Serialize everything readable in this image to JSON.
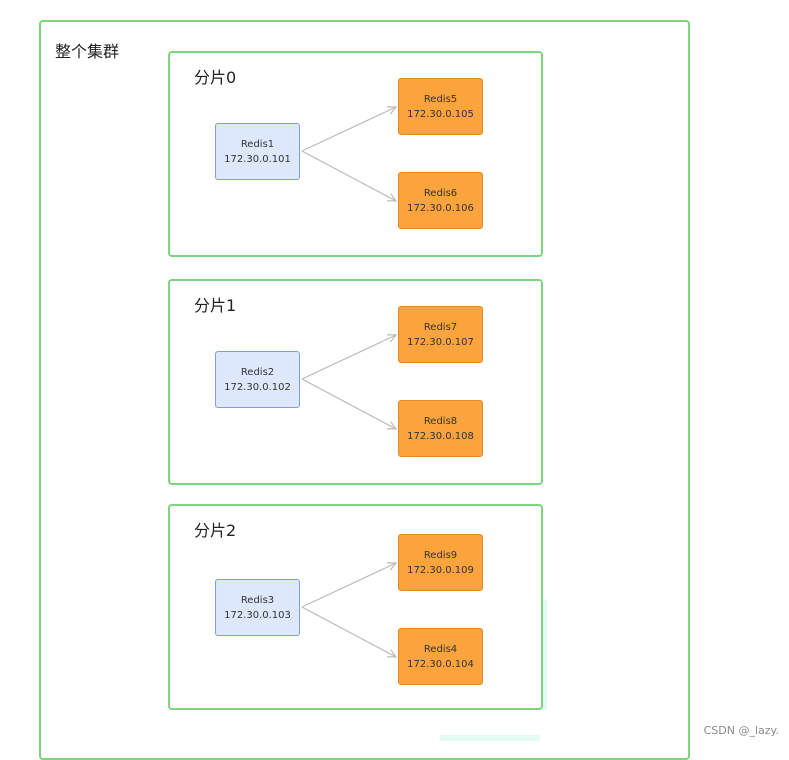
{
  "cluster": {
    "title": "整个集群"
  },
  "shards": [
    {
      "title": "分片0",
      "master": {
        "name": "Redis1",
        "ip": "172.30.0.101"
      },
      "replicas": [
        {
          "name": "Redis5",
          "ip": "172.30.0.105"
        },
        {
          "name": "Redis6",
          "ip": "172.30.0.106"
        }
      ]
    },
    {
      "title": "分片1",
      "master": {
        "name": "Redis2",
        "ip": "172.30.0.102"
      },
      "replicas": [
        {
          "name": "Redis7",
          "ip": "172.30.0.107"
        },
        {
          "name": "Redis8",
          "ip": "172.30.0.108"
        }
      ]
    },
    {
      "title": "分片2",
      "master": {
        "name": "Redis3",
        "ip": "172.30.0.103"
      },
      "replicas": [
        {
          "name": "Redis9",
          "ip": "172.30.0.109"
        },
        {
          "name": "Redis4",
          "ip": "172.30.0.104"
        }
      ]
    }
  ],
  "watermark": "CSDN @_lazy.",
  "colors": {
    "border": "#7fd47f",
    "master_fill": "#dde8fc",
    "master_border": "#7f9fdf",
    "replica_fill": "#fba33c",
    "arrow": "#bbbbbb"
  }
}
